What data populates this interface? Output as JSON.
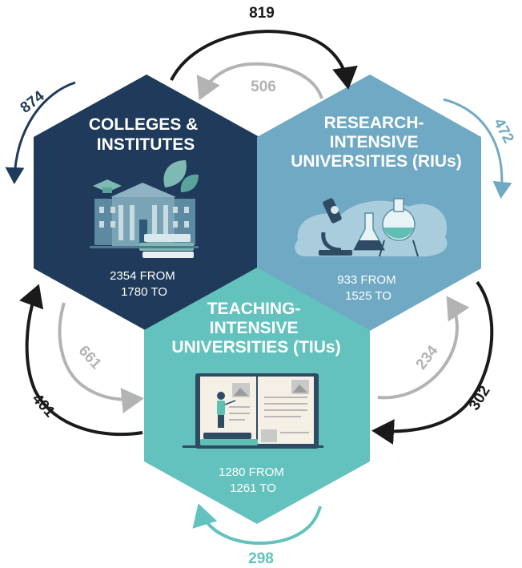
{
  "nodes": {
    "colleges": {
      "title_lines": [
        "COLLEGES &",
        "INSTITUTES"
      ],
      "stat_lines": [
        "2354 FROM",
        "1780 TO"
      ],
      "color": "#1f3a5a"
    },
    "riu": {
      "title_lines": [
        "RESEARCH-",
        "INTENSIVE",
        "UNIVERSITIES (RIUs)"
      ],
      "stat_lines": [
        "933 FROM",
        "1525 TO"
      ],
      "color": "#6fa9c3"
    },
    "tiu": {
      "title_lines": [
        "TEACHING-",
        "INTENSIVE",
        "UNIVERSITIES (TIUs)"
      ],
      "stat_lines": [
        "1280 FROM",
        "1261 TO"
      ],
      "color": "#63c2bd"
    }
  },
  "flows": {
    "colleges_to_riu": {
      "value": "819",
      "color": "#1a1a1a"
    },
    "riu_to_colleges": {
      "value": "506",
      "color": "#b3b3b3"
    },
    "within_colleges": {
      "value": "874",
      "color": "#1f3a5a"
    },
    "within_riu": {
      "value": "472",
      "color": "#6fa9c3"
    },
    "riu_to_tiu": {
      "value": "302",
      "color": "#1a1a1a"
    },
    "tiu_to_riu": {
      "value": "234",
      "color": "#b3b3b3"
    },
    "tiu_to_colleges": {
      "value": "401",
      "color": "#1a1a1a"
    },
    "colleges_to_tiu": {
      "value": "661",
      "color": "#b3b3b3"
    },
    "within_tiu": {
      "value": "298",
      "color": "#63c2bd"
    }
  },
  "icons": {
    "colleges": "college-building-icon",
    "riu": "laboratory-microscope-icon",
    "tiu": "open-book-teacher-icon"
  }
}
